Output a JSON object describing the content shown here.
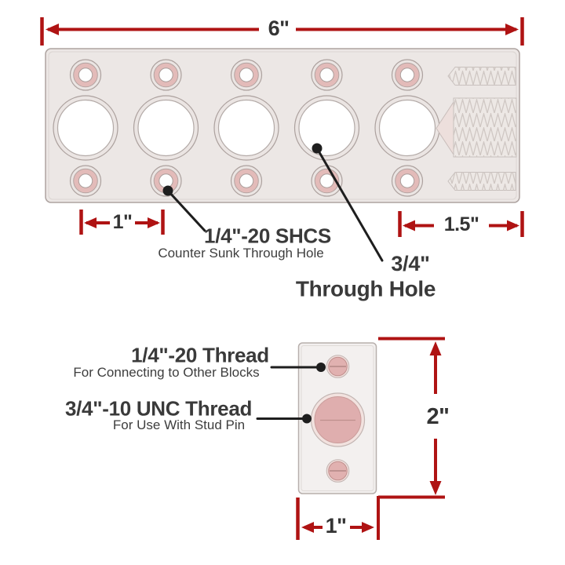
{
  "top_view": {
    "width_dim": "6\"",
    "hole_spacing_dim": "1\"",
    "edge_offset_dim": "1.5\"",
    "through_hole_count": 5,
    "countersunk_hole_count": 10,
    "thread_stud_count": 3,
    "shcs_callout": {
      "title": "1/4\"-20 SHCS",
      "subtitle": "Counter Sunk Through Hole"
    },
    "through_callout": {
      "size": "3/4\"",
      "label": "Through Hole"
    }
  },
  "side_view": {
    "height_dim": "2\"",
    "width_dim": "1\"",
    "quarter_thread_callout": {
      "title": "1/4\"-20 Thread",
      "subtitle": "For Connecting to Other Blocks"
    },
    "unc_thread_callout": {
      "title": "3/4\"-10 UNC Thread",
      "subtitle": "For Use With Stud Pin"
    }
  },
  "colors": {
    "dimension_red": "#AF1313",
    "callout_black": "#1E1E1E",
    "text_dark": "#3A3A3A",
    "block_fill": "#ECE7E5",
    "countersink_pink": "#E3BBB9",
    "thread_pink": "#DFAEAE"
  }
}
